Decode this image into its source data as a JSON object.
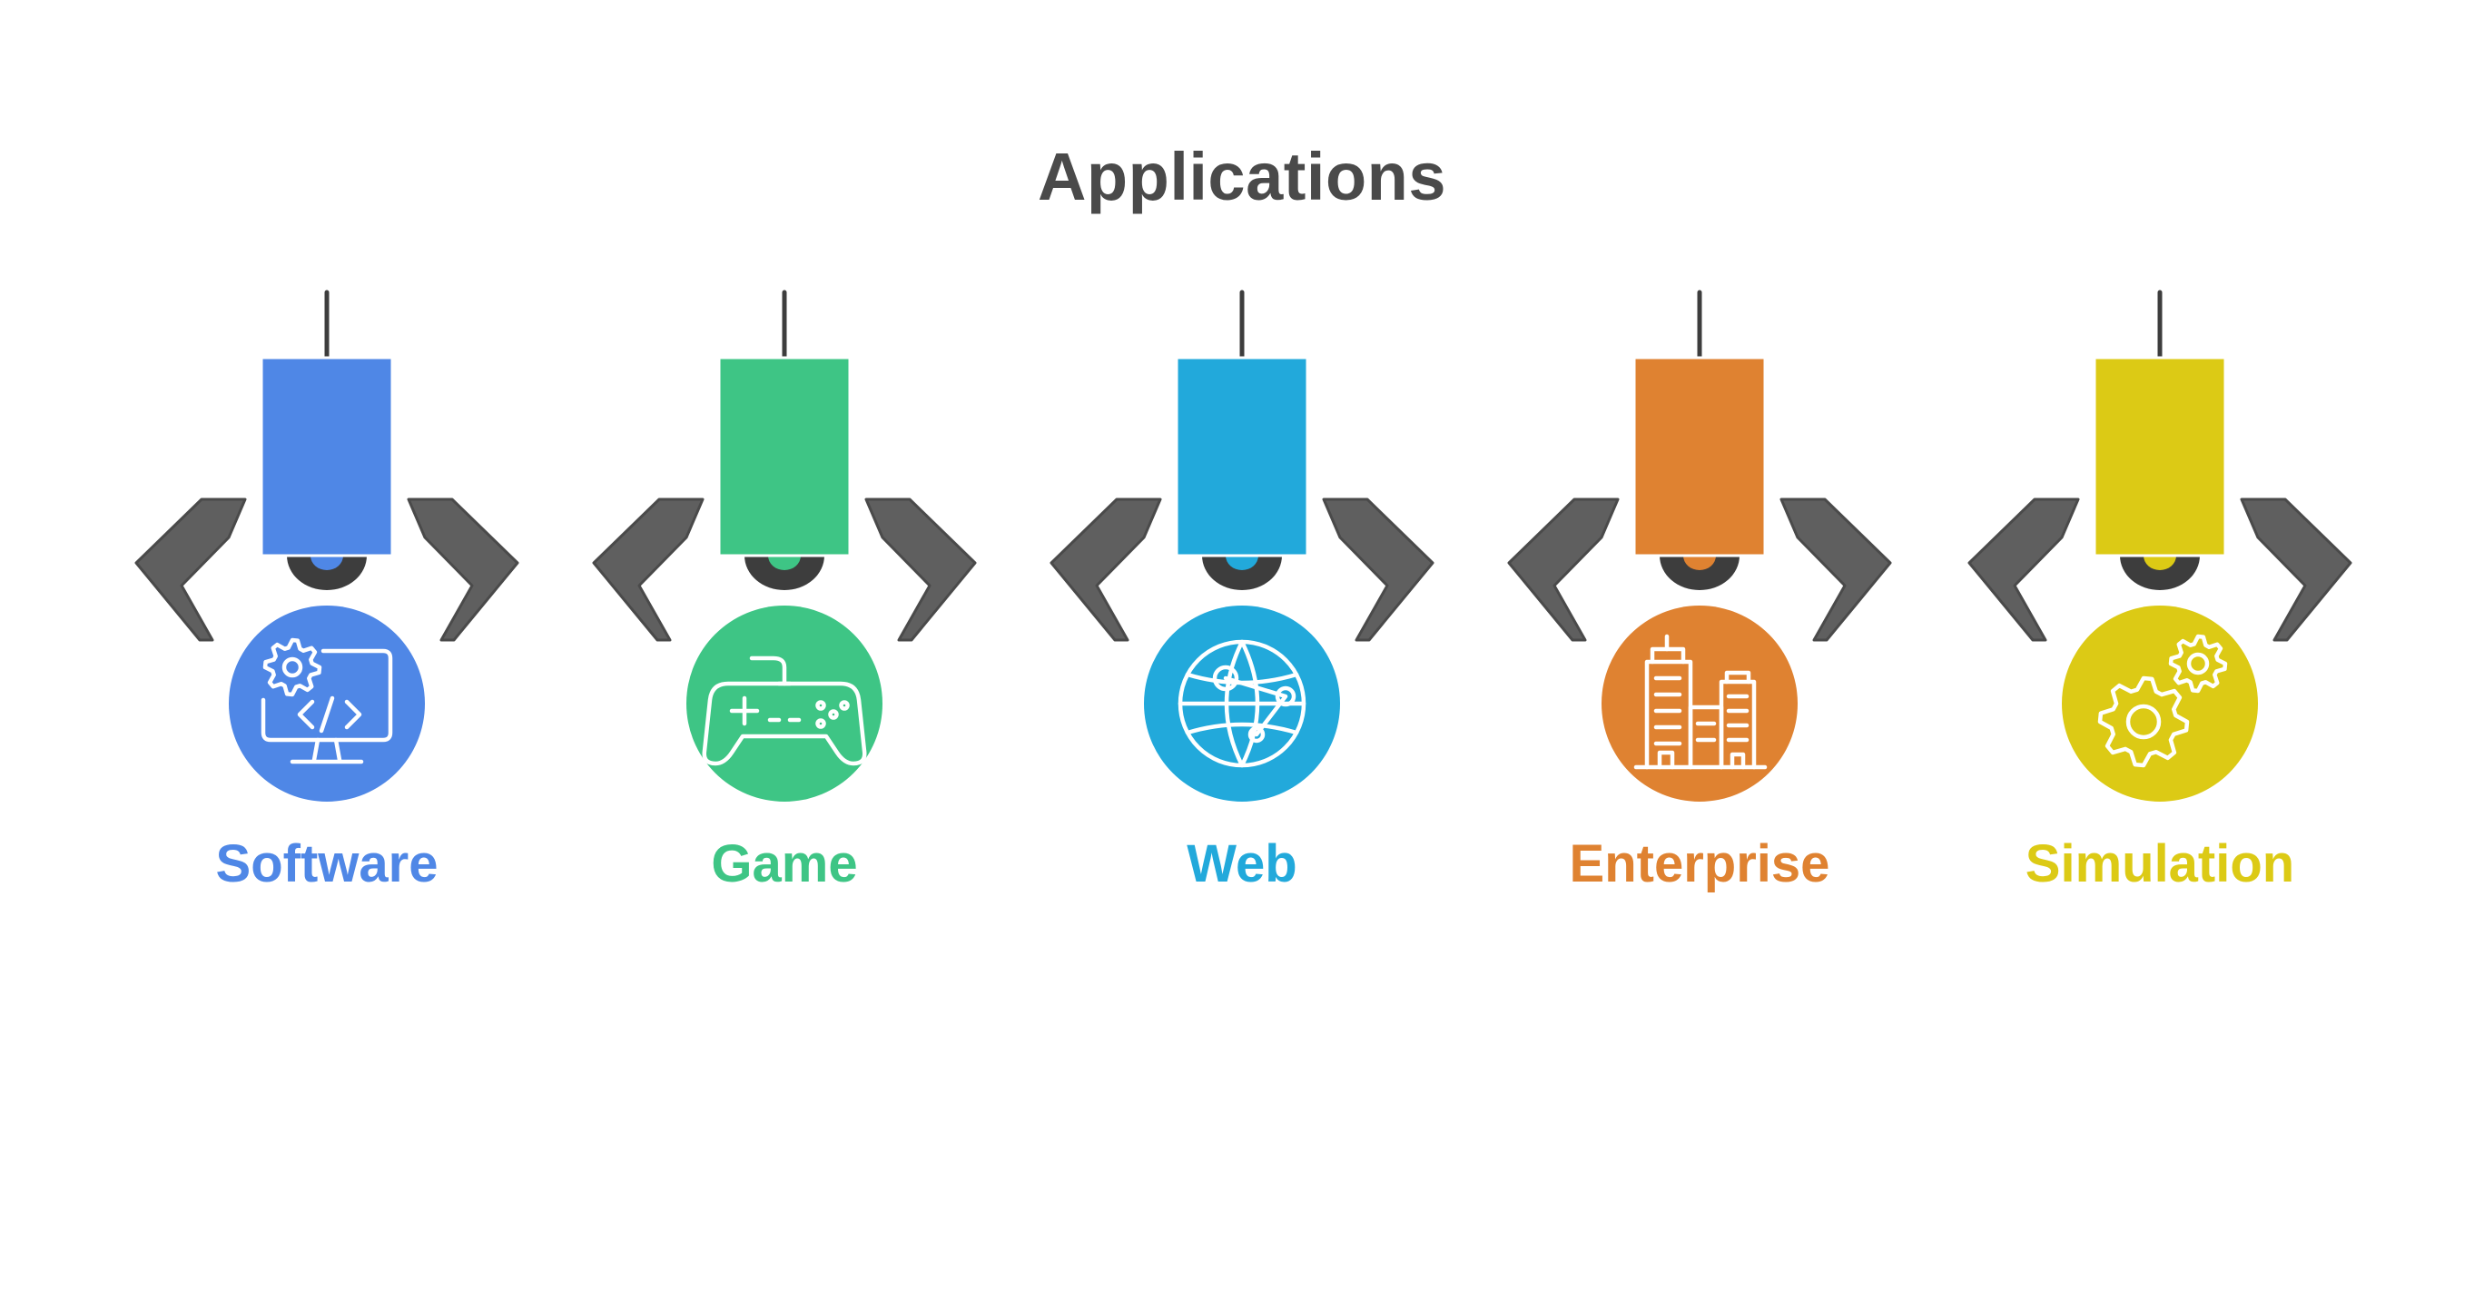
{
  "title": "Applications",
  "claw_color": "#5f5f5f",
  "items": [
    {
      "label": "Software",
      "color": "#4f87e6",
      "icon": "monitor-code-gear-icon"
    },
    {
      "label": "Game",
      "color": "#3ec585",
      "icon": "gamepad-icon"
    },
    {
      "label": "Web",
      "color": "#22a9db",
      "icon": "globe-network-icon"
    },
    {
      "label": "Enterprise",
      "color": "#df8231",
      "icon": "buildings-icon"
    },
    {
      "label": "Simulation",
      "color": "#dcca15",
      "icon": "gears-icon"
    }
  ]
}
